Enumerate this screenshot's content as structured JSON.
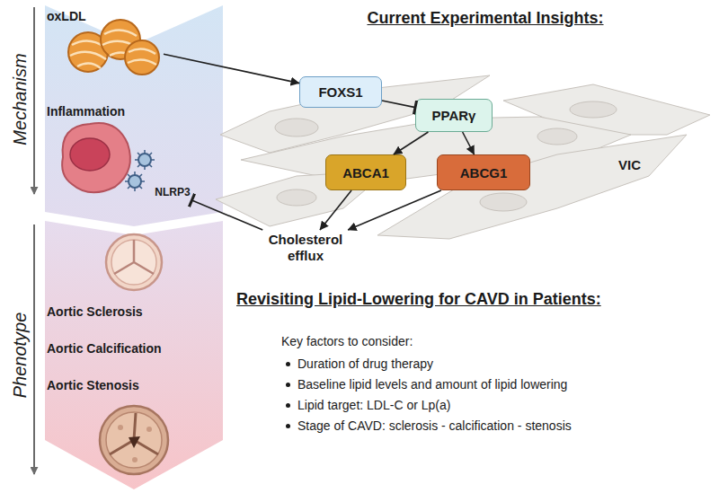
{
  "diagram": {
    "nodes": [
      {
        "text": [
          "oxLDL"
        ]
      },
      {
        "text": [
          "FOXS1"
        ]
      },
      {
        "text": [
          "PPARγ"
        ]
      },
      {
        "text": [
          "ABCA1"
        ]
      },
      {
        "text": [
          "ABCG1"
        ]
      },
      {
        "text": [
          "NLRP3"
        ]
      },
      {
        "text": [
          "Cholesterol efflux"
        ]
      }
    ],
    "edges": [
      {
        "from": 0,
        "to": 1,
        "arrow": "to"
      },
      {
        "from": 1,
        "to": 2,
        "arrow": "to"
      },
      {
        "from": 2,
        "to": 3,
        "arrow": "to"
      },
      {
        "from": 2,
        "to": 4,
        "arrow": "to"
      },
      {
        "from": 3,
        "to": 6,
        "arrow": "to"
      },
      {
        "from": 4,
        "to": 6,
        "arrow": "to"
      },
      {
        "from": 6,
        "to": 5,
        "arrow": "to"
      }
    ],
    "labels": [
      "Current Experimental Insights:",
      "Mechanism",
      "Inflammation",
      "VIC",
      "Phenotype",
      "Aortic Sclerosis",
      "Aortic Calcification",
      "Aortic Stenosis",
      "Revisiting Lipid-Lowering for CAVD in Patients:",
      "Key factors to consider:",
      "Duration of drug therapy",
      "Baseline lipid levels and amount of lipid lowering",
      "Lipid target: LDL-C or Lp(a)",
      "Stage of CAVD: sclerosis - calcification - stenosis"
    ]
  }
}
